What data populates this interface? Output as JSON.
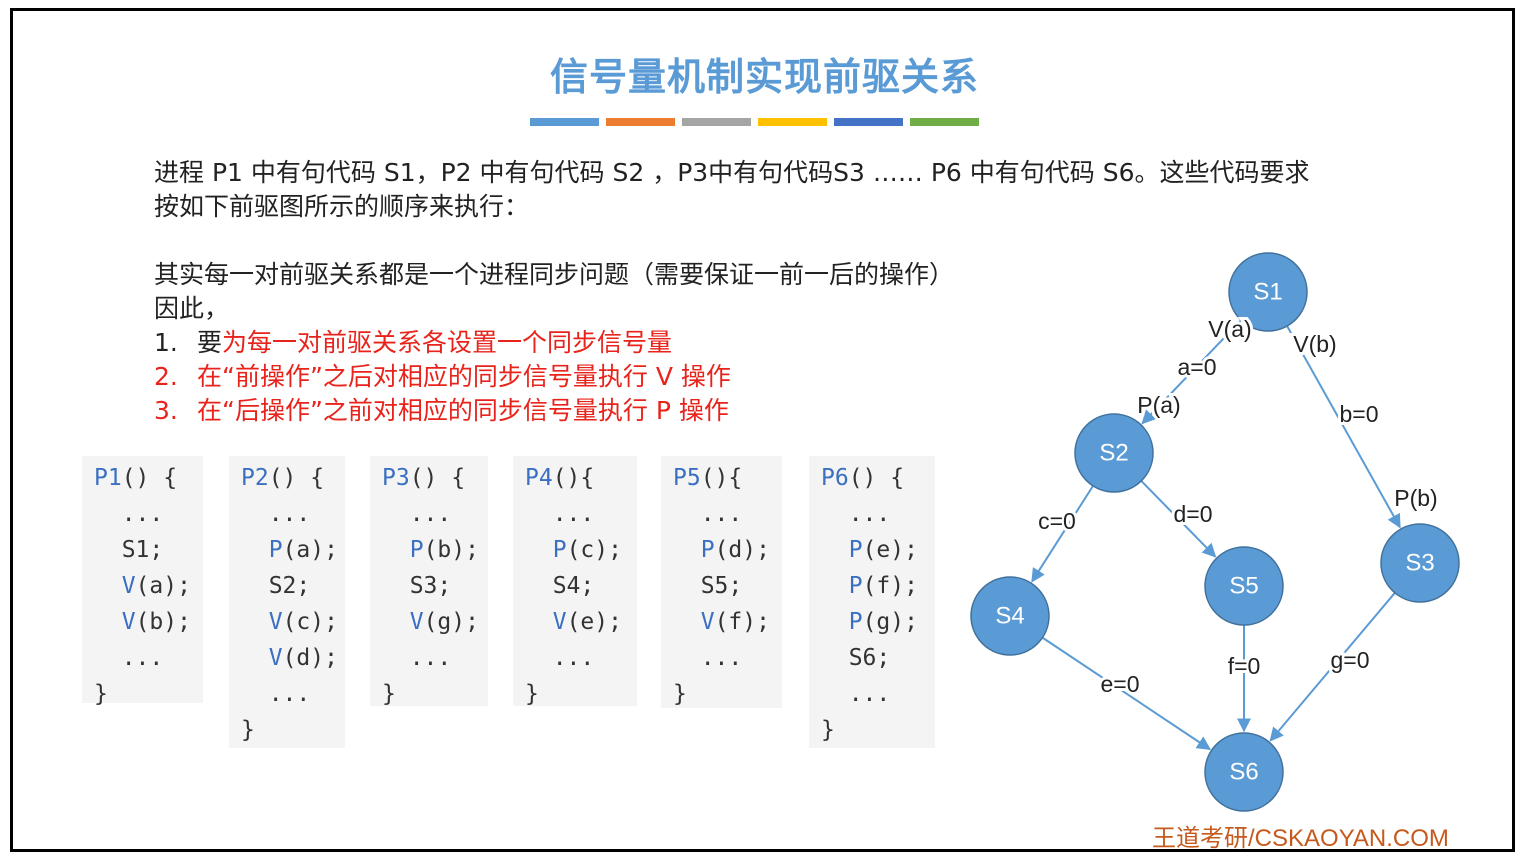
{
  "slide": {
    "title": "信号量机制实现前驱关系",
    "title_bar_colors": [
      "#5b9bd5",
      "#ed7d31",
      "#a5a5a5",
      "#ffc000",
      "#4472c4",
      "#70ad47"
    ],
    "intro_line1": "进程 P1 中有句代码 S1，P2 中有句代码 S2 ，P3中有句代码S3 …… P6 中有句代码 S6。这些代码要求",
    "intro_line2": "按如下前驱图所示的顺序来执行：",
    "note_line1": "其实每一对前驱关系都是一个进程同步问题（需要保证一前一后的操作）",
    "note_line2": "因此，",
    "steps": [
      {
        "num": "1.",
        "prefix": "要",
        "text": "为每一对前驱关系各设置一个同步信号量"
      },
      {
        "num": "2.",
        "text": "在“前操作”之后对相应的同步信号量执行 V 操作"
      },
      {
        "num": "3.",
        "text": "在“后操作”之前对相应的同步信号量执行 P 操作"
      }
    ],
    "footer": "王道考研/CSKAOYAN.COM"
  },
  "code": [
    {
      "header": "P1() {",
      "lines": [
        [
          "",
          "..."
        ],
        [
          "",
          "S1;"
        ],
        [
          "V",
          "(a);"
        ],
        [
          "V",
          "(b);"
        ],
        [
          "",
          "..."
        ]
      ],
      "close": "}"
    },
    {
      "header": "P2() {",
      "lines": [
        [
          "",
          "..."
        ],
        [
          "P",
          "(a);"
        ],
        [
          "",
          "S2;"
        ],
        [
          "V",
          "(c);"
        ],
        [
          "V",
          "(d);"
        ],
        [
          "",
          "..."
        ]
      ],
      "close": "}"
    },
    {
      "header": "P3() {",
      "lines": [
        [
          "",
          "..."
        ],
        [
          "P",
          "(b);"
        ],
        [
          "",
          "S3;"
        ],
        [
          "V",
          "(g);"
        ],
        [
          "",
          "..."
        ]
      ],
      "close": "}"
    },
    {
      "header": "P4(){",
      "lines": [
        [
          "",
          "..."
        ],
        [
          "P",
          "(c);"
        ],
        [
          "",
          "S4;"
        ],
        [
          "V",
          "(e);"
        ],
        [
          "",
          "..."
        ]
      ],
      "close": "}"
    },
    {
      "header": "P5(){",
      "lines": [
        [
          "",
          "..."
        ],
        [
          "P",
          "(d);"
        ],
        [
          "",
          "S5;"
        ],
        [
          "V",
          "(f);"
        ],
        [
          "",
          "..."
        ]
      ],
      "close": "}"
    },
    {
      "header": "P6() {",
      "lines": [
        [
          "",
          "..."
        ],
        [
          "P",
          "(e);"
        ],
        [
          "P",
          "(f);"
        ],
        [
          "P",
          "(g);"
        ],
        [
          "",
          "S6;"
        ],
        [
          "",
          "..."
        ]
      ],
      "close": "}"
    }
  ],
  "graph": {
    "node_color": "#5b9bd5",
    "nodes": [
      {
        "id": "S1",
        "label": "S1"
      },
      {
        "id": "S2",
        "label": "S2"
      },
      {
        "id": "S3",
        "label": "S3"
      },
      {
        "id": "S4",
        "label": "S4"
      },
      {
        "id": "S5",
        "label": "S5"
      },
      {
        "id": "S6",
        "label": "S6"
      }
    ],
    "edges": [
      {
        "from": "S1",
        "to": "S2",
        "labels": [
          "V(a)",
          "a=0",
          "P(a)"
        ]
      },
      {
        "from": "S1",
        "to": "S3",
        "labels": [
          "V(b)",
          "b=0",
          "P(b)"
        ]
      },
      {
        "from": "S2",
        "to": "S4",
        "labels": [
          "c=0"
        ]
      },
      {
        "from": "S2",
        "to": "S5",
        "labels": [
          "d=0"
        ]
      },
      {
        "from": "S4",
        "to": "S6",
        "labels": [
          "e=0"
        ]
      },
      {
        "from": "S5",
        "to": "S6",
        "labels": [
          "f=0"
        ]
      },
      {
        "from": "S3",
        "to": "S6",
        "labels": [
          "g=0"
        ]
      }
    ]
  }
}
